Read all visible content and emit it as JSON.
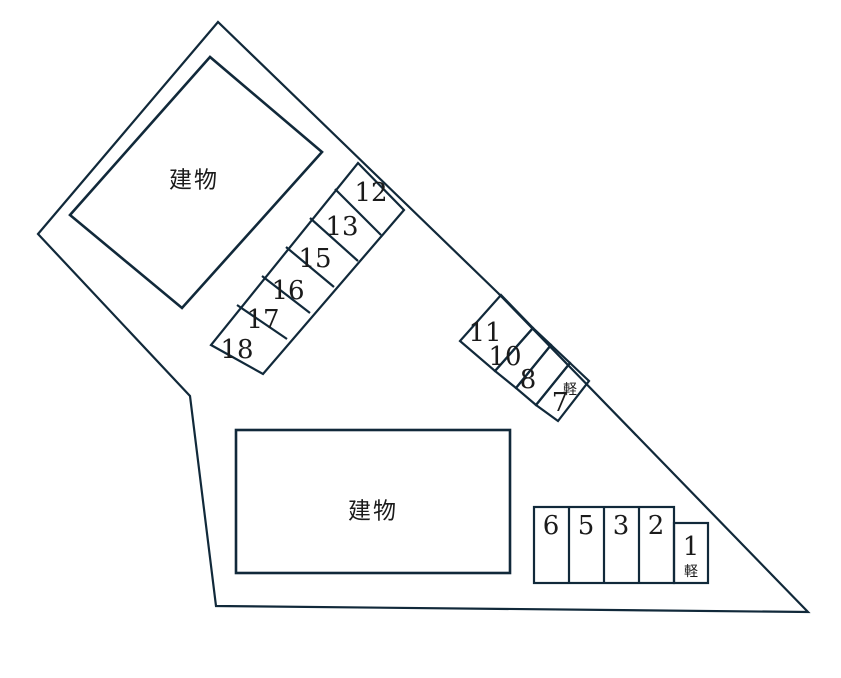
{
  "diagram": {
    "title": "駐車場配置図",
    "type": "parking-lot-site-plan",
    "line_color": "#11293a",
    "background_color": "#ffffff",
    "text_color": "#1b1b1b"
  },
  "buildings": [
    {
      "id": "building-upper",
      "label": "建物",
      "shape": "rotated-rectangle"
    },
    {
      "id": "building-lower",
      "label": "建物",
      "shape": "rectangle"
    }
  ],
  "blocks": [
    {
      "id": "block-upper-left",
      "orientation": "diagonal",
      "stalls": [
        {
          "number": "12",
          "kei": ""
        },
        {
          "number": "13",
          "kei": ""
        },
        {
          "number": "15",
          "kei": ""
        },
        {
          "number": "16",
          "kei": ""
        },
        {
          "number": "17",
          "kei": ""
        },
        {
          "number": "18",
          "kei": ""
        }
      ]
    },
    {
      "id": "block-middle",
      "orientation": "diagonal",
      "stalls": [
        {
          "number": "11",
          "kei": ""
        },
        {
          "number": "10",
          "kei": ""
        },
        {
          "number": "8",
          "kei": ""
        },
        {
          "number": "7",
          "kei": "軽"
        }
      ]
    },
    {
      "id": "block-bottom-right",
      "orientation": "horizontal",
      "stalls": [
        {
          "number": "6",
          "kei": ""
        },
        {
          "number": "5",
          "kei": ""
        },
        {
          "number": "3",
          "kei": ""
        },
        {
          "number": "2",
          "kei": ""
        },
        {
          "number": "1",
          "kei": "軽"
        }
      ]
    }
  ],
  "labels": {
    "building_upper": "建物",
    "building_lower": "建物",
    "stall_12": "12",
    "stall_13": "13",
    "stall_15": "15",
    "stall_16": "16",
    "stall_17": "17",
    "stall_18": "18",
    "stall_11": "11",
    "stall_10": "10",
    "stall_8": "8",
    "stall_7": "7",
    "stall_7_kei": "軽",
    "stall_6": "6",
    "stall_5": "5",
    "stall_3": "3",
    "stall_2": "2",
    "stall_1": "1",
    "stall_1_kei": "軽"
  }
}
